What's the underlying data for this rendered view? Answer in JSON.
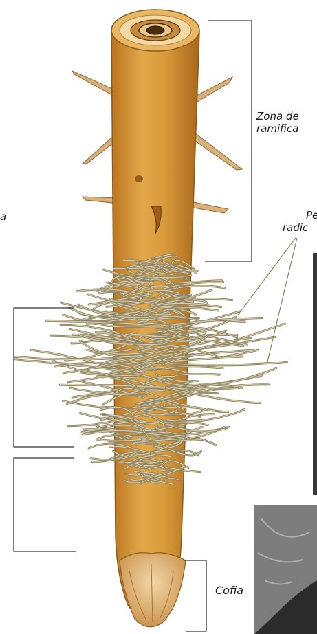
{
  "labels": {
    "zona_line1": "Zona de",
    "zona_line2": "ramifica",
    "pelos_line1": "Pe",
    "pelos_line2": "radic",
    "left_label": "a",
    "cofia": "Cofia"
  },
  "colors": {
    "root_body": "#d99a3a",
    "root_shadow": "#b9741f",
    "root_highlight": "#efc071",
    "hairs": "#8a8060",
    "bracket": "#333333",
    "micrograph": "#2c2c2c"
  },
  "icons": {
    "root_section": "root-cross-section-icon",
    "micrographs": "micrograph-image"
  }
}
